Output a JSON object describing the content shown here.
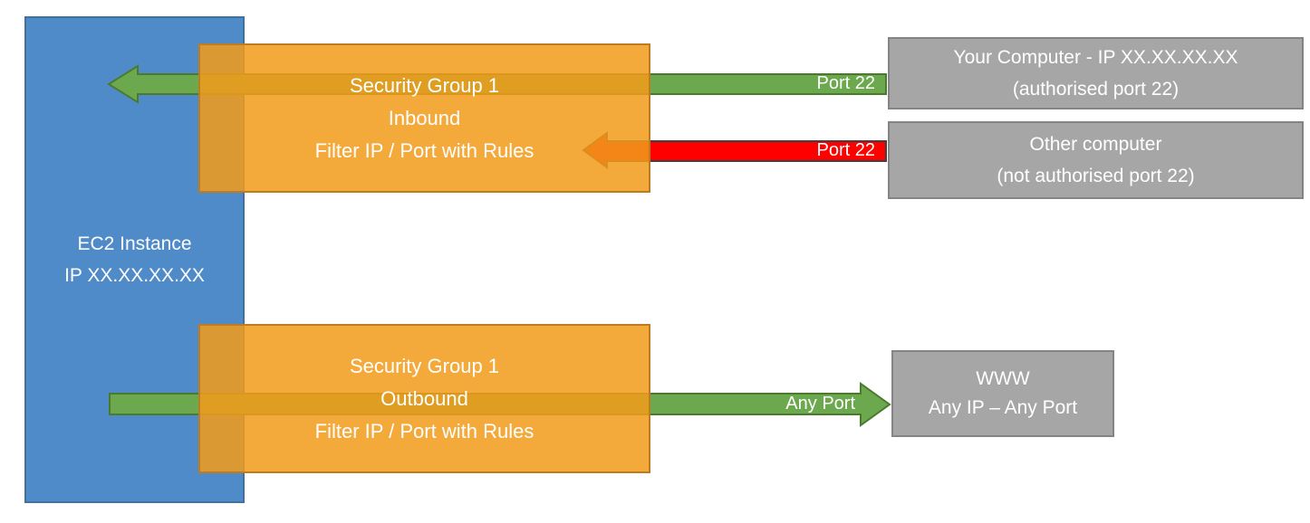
{
  "diagram": {
    "ec2_instance": {
      "line1": "EC2 Instance",
      "line2": "IP XX.XX.XX.XX"
    },
    "security_group_inbound": {
      "line1": "Security Group 1",
      "line2": "Inbound",
      "line3": "Filter IP / Port with Rules"
    },
    "security_group_outbound": {
      "line1": "Security Group 1",
      "line2": "Outbound",
      "line3": "Filter IP / Port with Rules"
    },
    "your_computer": {
      "line1": "Your Computer - IP XX.XX.XX.XX",
      "line2": "(authorised port 22)"
    },
    "other_computer": {
      "line1": "Other computer",
      "line2": "(not authorised port 22)"
    },
    "www": {
      "line1": "WWW",
      "line2": "Any IP – Any Port"
    },
    "arrow_labels": {
      "inbound_allowed": "Port 22",
      "inbound_denied": "Port 22",
      "outbound": "Any Port"
    },
    "colors": {
      "blue": "#4E8BC8",
      "blue_border": "#41719C",
      "orange_fill": "rgba(242,155,27,0.86)",
      "orange_border": "#BF7B1F",
      "green": "#6CA84E",
      "green_border": "#4C7A2D",
      "red": "#FF0000",
      "red_border": "#404040",
      "gray": "#A6A6A6",
      "gray_border": "#848484",
      "text": "#FFFFFF"
    }
  }
}
